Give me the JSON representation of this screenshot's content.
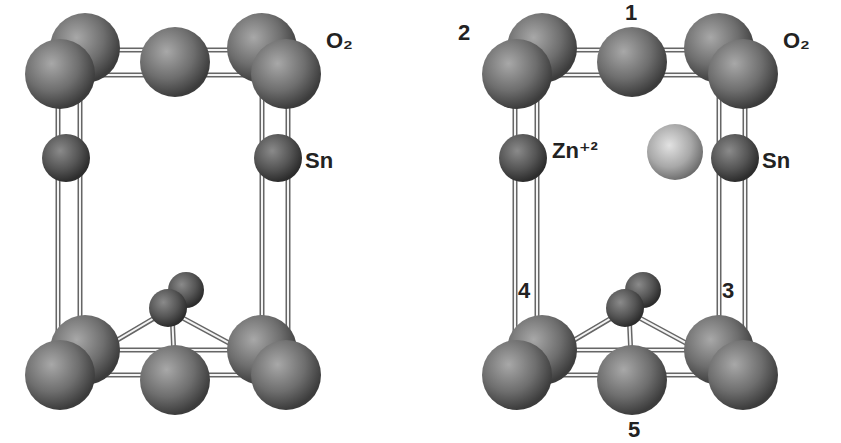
{
  "diagram": {
    "labels": [
      "O₂",
      "Sn",
      "2",
      "1",
      "O₂",
      "Zn⁺²",
      "Sn",
      "4",
      "3",
      "5"
    ]
  }
}
